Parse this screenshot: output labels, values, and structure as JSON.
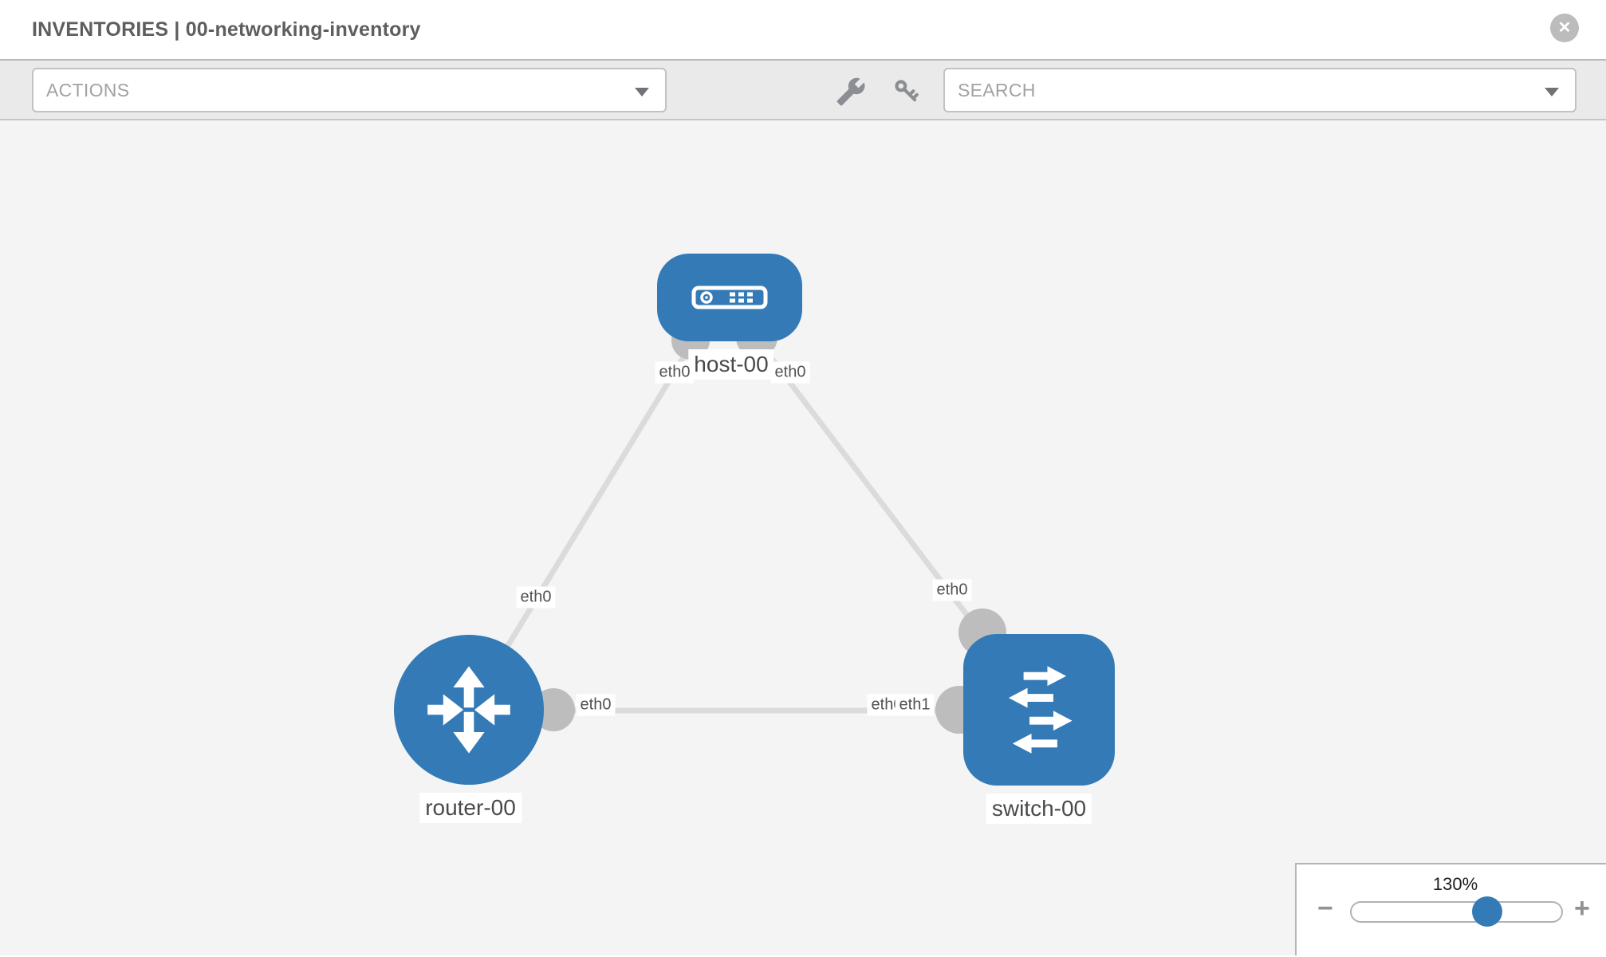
{
  "header": {
    "title": "INVENTORIES | 00-networking-inventory",
    "close_glyph": "✕"
  },
  "toolbar": {
    "actions_label": "ACTIONS",
    "search_placeholder": "SEARCH",
    "icons": [
      "wrench-icon",
      "key-icon"
    ]
  },
  "diagram": {
    "nodes": [
      {
        "id": "host-00",
        "type": "host",
        "label": "host-00"
      },
      {
        "id": "router-00",
        "type": "router",
        "label": "router-00"
      },
      {
        "id": "switch-00",
        "type": "switch",
        "label": "switch-00"
      }
    ],
    "links": [
      {
        "source": "router-00",
        "source_interface": "eth0",
        "target": "host-00",
        "target_interface": "eth0"
      },
      {
        "source": "switch-00",
        "source_interface": "eth0",
        "target": "host-00",
        "target_interface": "eth0"
      },
      {
        "source": "router-00",
        "source_interface": "eth0",
        "target": "switch-00",
        "target_interface": "eth1",
        "target_interface_hidden_label": "eth0"
      }
    ]
  },
  "zoom_control": {
    "value_label": "130%",
    "minus_glyph": "−",
    "plus_glyph": "+"
  },
  "colors": {
    "node_blue": "#337ab7",
    "link_gray": "#dbdbdb",
    "port_gray": "#bdbdbd",
    "toolbar_gray": "#eaeaea",
    "canvas_gray": "#f4f4f4"
  }
}
